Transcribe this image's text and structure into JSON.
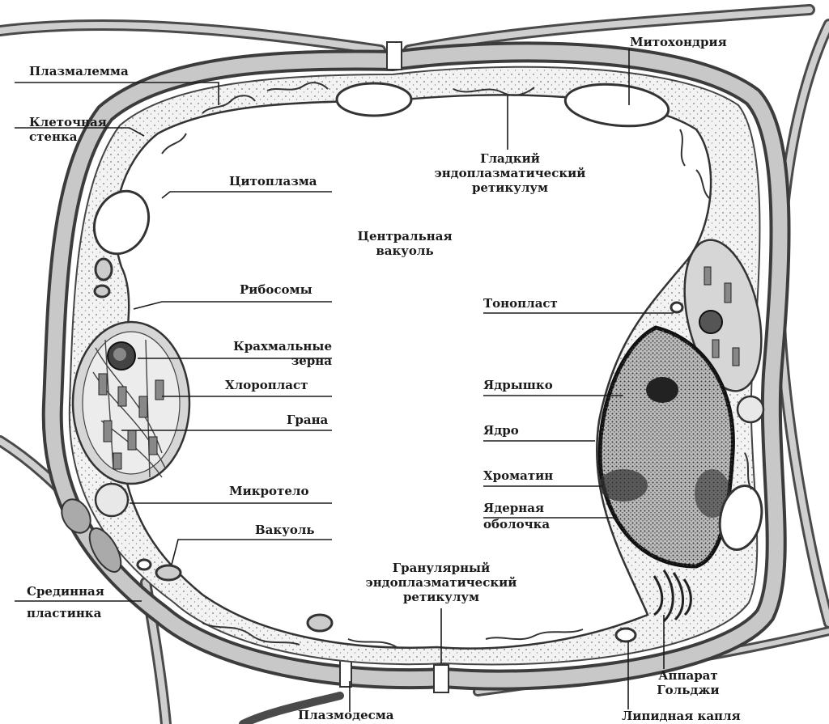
{
  "labels": {
    "plasmalemma": "Плазмалемма",
    "cell_wall_1": "Клеточная",
    "cell_wall_2": "стенка",
    "cytoplasm": "Цитоплазма",
    "ribosomes": "Рибосомы",
    "starch_1": "Крахмальные",
    "starch_2": "зерна",
    "chloroplast": "Хлоропласт",
    "grana": "Грана",
    "microbody": "Микротело",
    "vacuole": "Вакуоль",
    "middle_lamella_1": "Срединная",
    "middle_lamella_2": "пластинка",
    "plasmodesma": "Плазмодесма",
    "mitochondrion": "Митохондрия",
    "smooth_er_1": "Гладкий",
    "smooth_er_2": "эндоплазматический",
    "smooth_er_3": "ретикулум",
    "central_vacuole_1": "Центральная",
    "central_vacuole_2": "вакуоль",
    "tonoplast": "Тонопласт",
    "nucleolus": "Ядрышко",
    "nucleus": "Ядро",
    "chromatin": "Хроматин",
    "nuclear_envelope_1": "Ядерная",
    "nuclear_envelope_2": "оболочка",
    "rough_er_1": "Гранулярный",
    "rough_er_2": "эндоплазматический",
    "rough_er_3": "ретикулум",
    "golgi_1": "Аппарат",
    "golgi_2": "Гольджи",
    "lipid_droplet": "Липидная капля"
  }
}
